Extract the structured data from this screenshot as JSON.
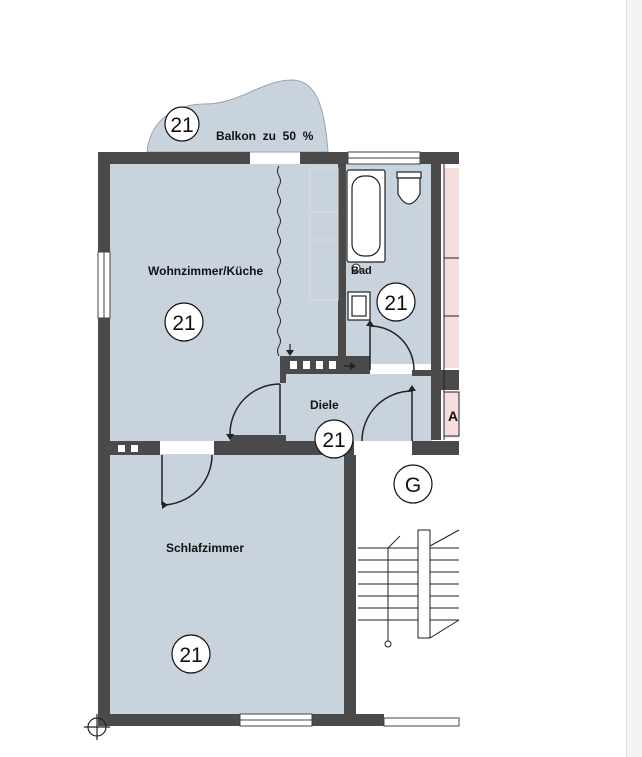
{
  "rooms": {
    "balcony": {
      "label": "Balkon  zu  50  %",
      "number": "21"
    },
    "living": {
      "label": "Wohnzimmer/Küche",
      "number": "21"
    },
    "bath": {
      "label": "Bad",
      "number": "21"
    },
    "hall": {
      "label": "Diele",
      "number": "21"
    },
    "bedroom": {
      "label": "Schlafzimmer",
      "number": "21"
    },
    "stairwell": {
      "label": "G"
    }
  },
  "neighbor_label": "A",
  "colors": {
    "wall": "#4a4a4a",
    "room_fill": "#c9d3dd",
    "neighbor_fill": "#f6dede"
  }
}
